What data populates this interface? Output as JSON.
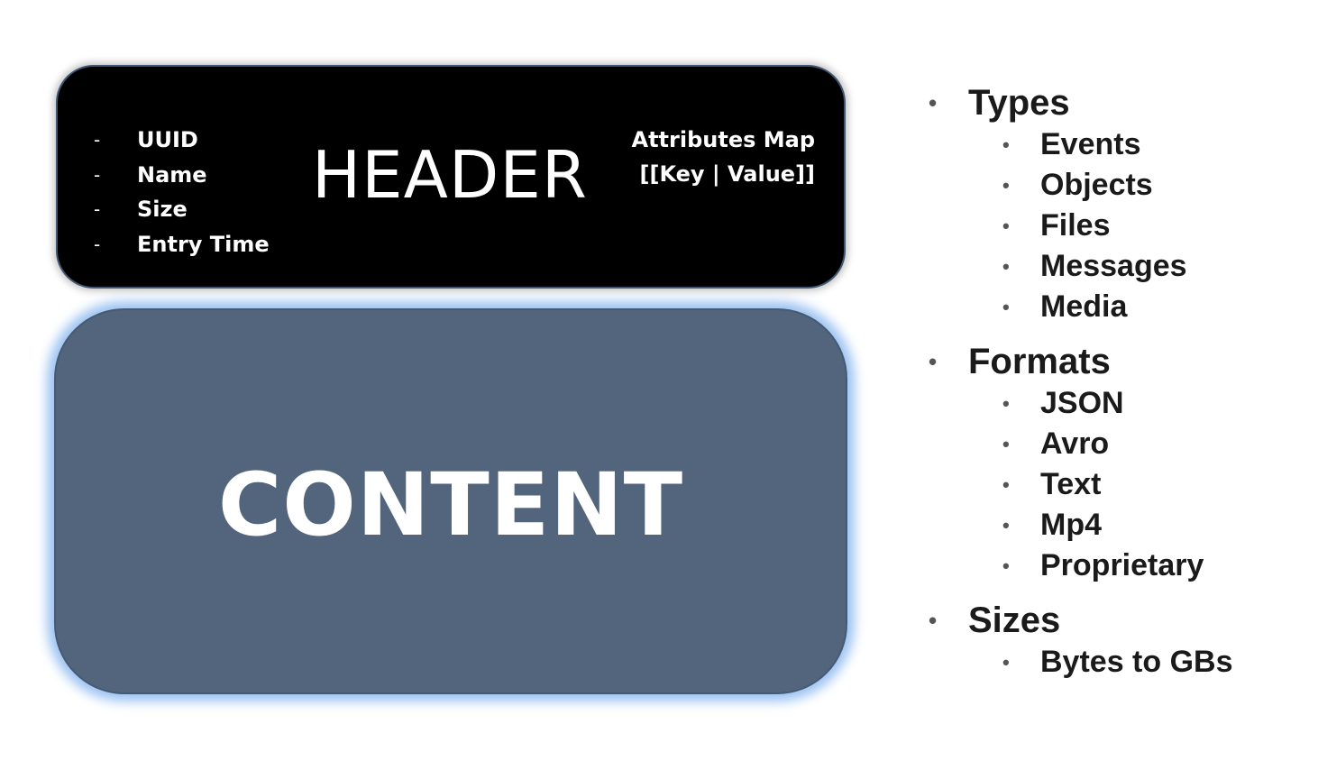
{
  "header_box": {
    "fields": [
      "UUID",
      "Name",
      "Size",
      "Entry Time"
    ],
    "title": "HEADER",
    "attributes_line1": "Attributes Map",
    "attributes_line2": "[[Key | Value]]"
  },
  "content_box": {
    "title": "CONTENT"
  },
  "notes": [
    {
      "heading": "Types",
      "items": [
        "Events",
        "Objects",
        "Files",
        "Messages",
        "Media"
      ]
    },
    {
      "heading": "Formats",
      "items": [
        "JSON",
        "Avro",
        "Text",
        "Mp4",
        "Proprietary"
      ]
    },
    {
      "heading": "Sizes",
      "items": [
        "Bytes to GBs"
      ]
    }
  ]
}
